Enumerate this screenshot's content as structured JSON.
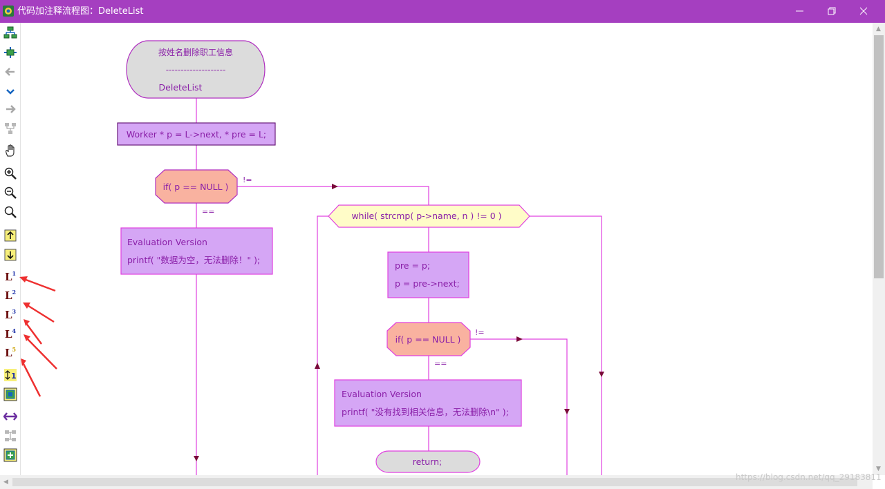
{
  "window": {
    "title": "代码加注释流程图：DeleteList",
    "controls": [
      "minimize-icon",
      "restore-icon",
      "close-icon"
    ]
  },
  "toolbar": {
    "icons": [
      "flowchart-icon",
      "node-icon",
      "back-arrow-icon",
      "chevron-down-icon",
      "forward-arrow-icon",
      "tree-icon",
      "hand-icon",
      "zoom-in-icon",
      "zoom-out-icon",
      "zoom-fit-icon",
      "move-up-icon",
      "move-down-icon"
    ],
    "levels": [
      {
        "label": "L",
        "sup": "1"
      },
      {
        "label": "L",
        "sup": "2"
      },
      {
        "label": "L",
        "sup": "3"
      },
      {
        "label": "L",
        "sup": "4"
      },
      {
        "label": "L",
        "sup": "5"
      }
    ],
    "bottom_icons": [
      "level-sort-icon",
      "image-export-icon",
      "expand-horizontal-icon",
      "structure-icon",
      "diagram-export-icon"
    ]
  },
  "flowchart": {
    "start_title": "按姓名删除职工信息",
    "start_divider": "--------------------",
    "start_name": "DeleteList",
    "decl": "Worker * p = L->next, * pre = L;",
    "if1": "if( p == NULL )",
    "if1_ne": "!=",
    "if1_eq": "==",
    "box1_line1": "Evaluation Version",
    "box1_line2": "printf( \"数据为空，无法删除！\" );",
    "while": "while( strcmp( p->name, n ) != 0 )",
    "assign_line1": "pre = p;",
    "assign_line2": "p = pre->next;",
    "if2": "if( p == NULL )",
    "if2_ne": "!=",
    "if2_eq": "==",
    "box2_line1": "Evaluation Version",
    "box2_line2": "printf( \"没有找到相关信息，无法删除\\n\" );",
    "return": "return;"
  },
  "watermark": "https://blog.csdn.net/qq_29183811",
  "colors": {
    "titlebar": "#a53fc0",
    "line": "#e040e0",
    "process_fill": "#d5a6f5",
    "process_border": "#b030c0",
    "decision_fill": "#f9b2a0",
    "loop_fill": "#fffcc8",
    "terminal_fill": "#dcdcdc",
    "text": "#8a1fa8",
    "arrowhead": "#7a0a3a",
    "annotation_arrow": "#ee3030"
  }
}
